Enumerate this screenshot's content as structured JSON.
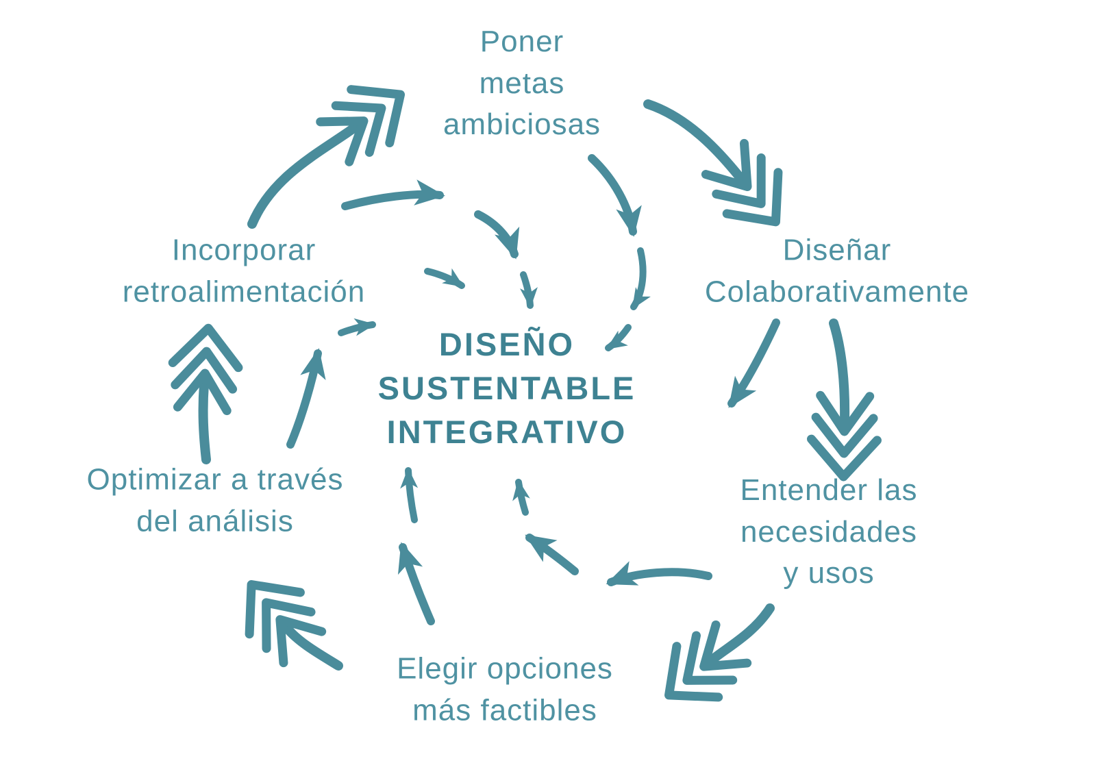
{
  "diagram": {
    "center_title": "DISEÑO\nSUSTENTABLE\nINTEGRATIVO",
    "nodes": [
      {
        "id": "poner",
        "label": "Poner\nmetas\nambiciosas"
      },
      {
        "id": "disenar",
        "label": "Diseñar\nColaborativamente"
      },
      {
        "id": "entender",
        "label": "Entender las\nnecesidades\ny usos"
      },
      {
        "id": "elegir",
        "label": "Elegir opciones\nmás factibles"
      },
      {
        "id": "optimizar",
        "label": "Optimizar a través\ndel análisis"
      },
      {
        "id": "incorporar",
        "label": "Incorporar\nretroalimentación"
      }
    ],
    "colors": {
      "teal": "#4A8C9B",
      "label_text": "#4F92A2",
      "title_text": "#3E8292",
      "background": "#FFFFFF"
    }
  }
}
